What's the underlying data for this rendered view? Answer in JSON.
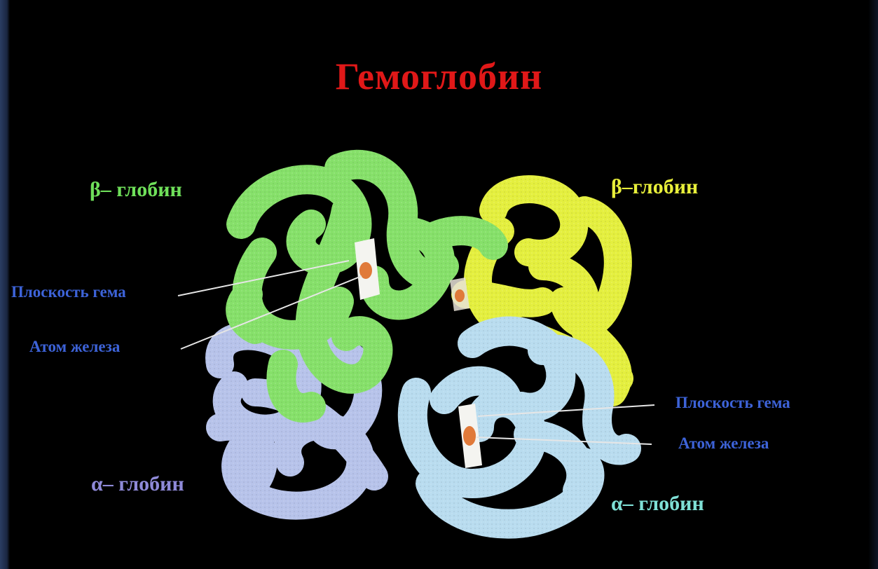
{
  "title": "Гемоглобин",
  "labels": {
    "beta_left": "β– глобин",
    "beta_right": "β–глобин",
    "alpha_left": "α– глобин",
    "alpha_right": "α– глобин",
    "heme_plane_left": "Плоскость гема",
    "iron_atom_left": "Атом железа",
    "heme_plane_right": "Плоскость гема",
    "iron_atom_right": "Атом железа"
  },
  "colors": {
    "title": "#e01818",
    "beta_left": "#6fe05a",
    "beta_right": "#e8ef3a",
    "alpha_left": "#8f8ad8",
    "alpha_right": "#7fe0d6",
    "annotation": "#3d63d8",
    "subunit_beta_green": "#86e06a",
    "subunit_beta_yellow": "#e4ef3f",
    "subunit_alpha_lavender": "#b7c3ea",
    "subunit_alpha_cyan": "#b9dcef",
    "heme_iron": "#e07a3a"
  }
}
